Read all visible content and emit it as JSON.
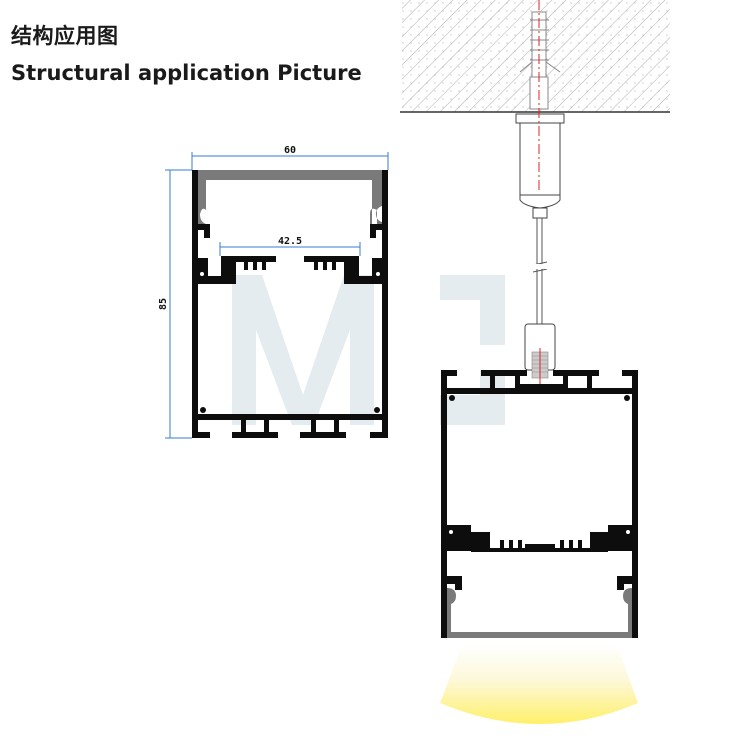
{
  "header": {
    "title_cn": "结构应用图",
    "title_en": "Structural application Picture"
  },
  "profile_drawing": {
    "width_label": "60",
    "inner_width_label": "42.5",
    "height_label": "85"
  },
  "watermark": {
    "text": "MC",
    "color": "#e4ecef"
  },
  "colors": {
    "dimension_line": "#3a7bd5",
    "profile": "#0d0d0d",
    "diffuser": "#7a7a7a",
    "centerline": "#e02020",
    "light_beam": "#fff27a"
  }
}
